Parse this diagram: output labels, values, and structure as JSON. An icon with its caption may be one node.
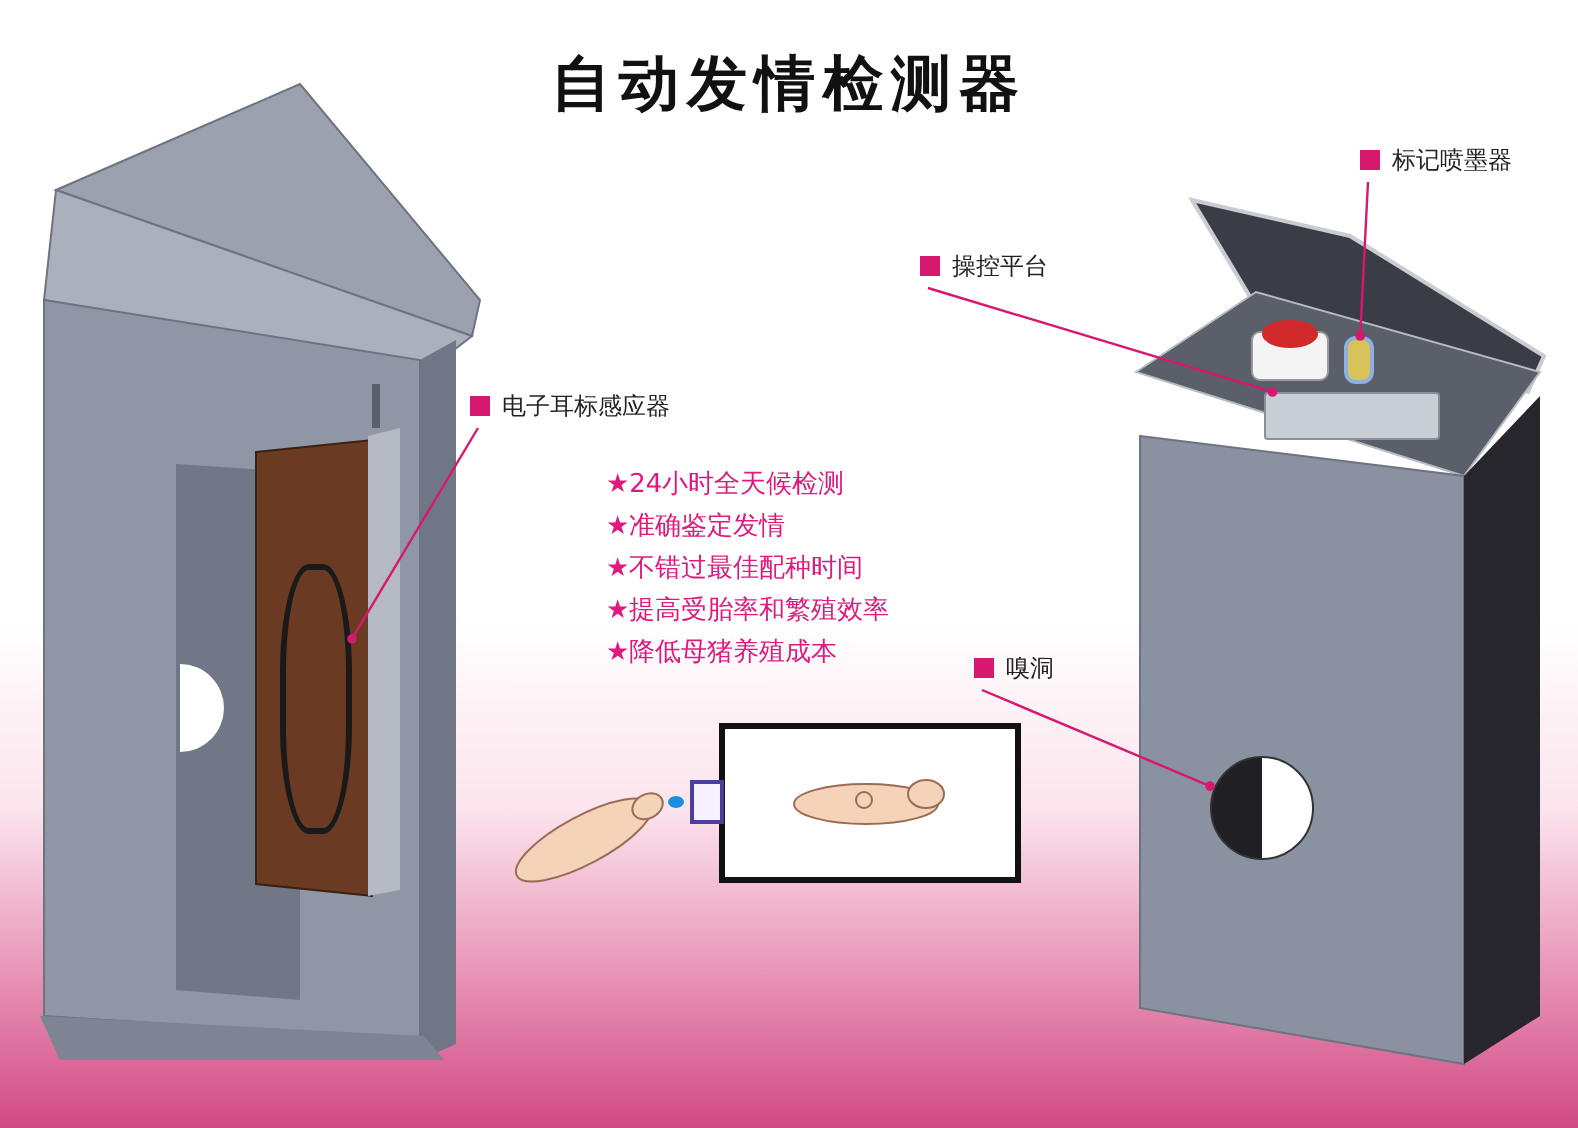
{
  "diagram": {
    "title": "自动发情检测器",
    "nodes": [
      {
        "text": [
          "电子耳标感应器"
        ]
      },
      {
        "text": [],
        "shape": "box"
      },
      {
        "text": [
          "操控平台"
        ]
      },
      {
        "text": [],
        "shape": "box"
      },
      {
        "text": [
          "标记喷墨器"
        ]
      },
      {
        "text": [],
        "shape": "box"
      },
      {
        "text": [
          "嗅洞"
        ]
      },
      {
        "text": [],
        "shape": "circle"
      }
    ],
    "edges": [
      {
        "from": 0,
        "to": 1,
        "arrow": "other"
      },
      {
        "from": 2,
        "to": 3,
        "arrow": "other"
      },
      {
        "from": 4,
        "to": 5,
        "arrow": "other"
      },
      {
        "from": 6,
        "to": 7,
        "arrow": "other"
      }
    ],
    "labels": [
      "★24小时全天候检测",
      "★准确鉴定发情",
      "★不错过最佳配种时间",
      "★提高受胎率和繁殖效率",
      "★降低母猪养殖成本"
    ]
  }
}
